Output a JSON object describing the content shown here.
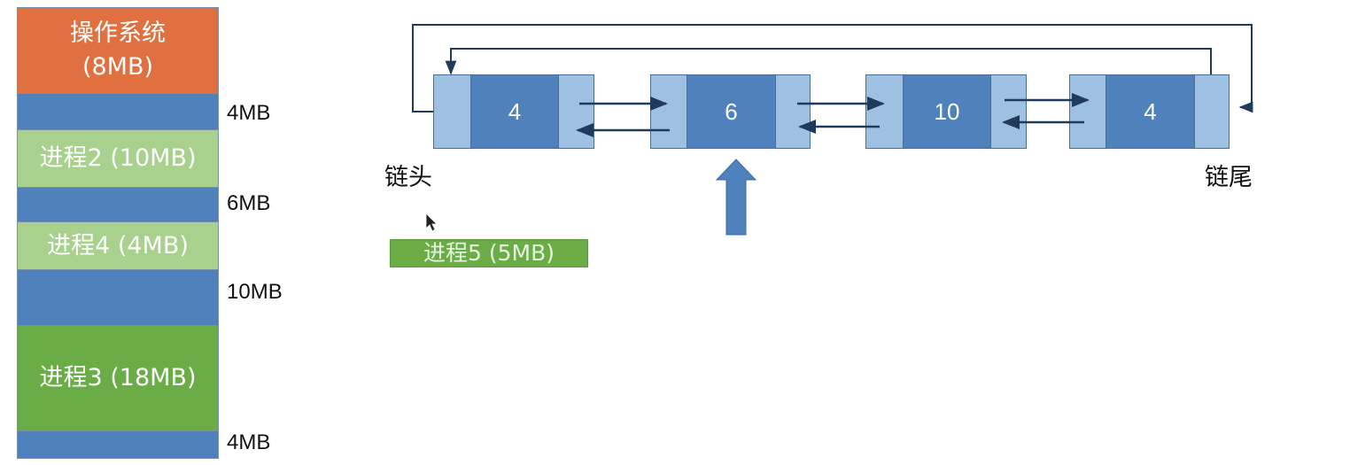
{
  "memory": {
    "os": "操作系统",
    "os_size": "(8MB)",
    "p2": "进程2 (10MB)",
    "p4": "进程4 (4MB)",
    "p3": "进程3 (18MB)"
  },
  "free_labels": [
    "4MB",
    "6MB",
    "10MB",
    "4MB"
  ],
  "list": {
    "nodes": [
      "4",
      "6",
      "10",
      "4"
    ],
    "head": "链头",
    "tail": "链尾"
  },
  "process5": "进程5 (5MB)",
  "colors": {
    "os": "#e0703f",
    "free": "#4f81bd",
    "process_light": "#a8d18d",
    "process_dark": "#6aac46",
    "node_side": "#9ec1e3",
    "arrow": "#1f3a5a",
    "pointer": "#4f81bd"
  }
}
